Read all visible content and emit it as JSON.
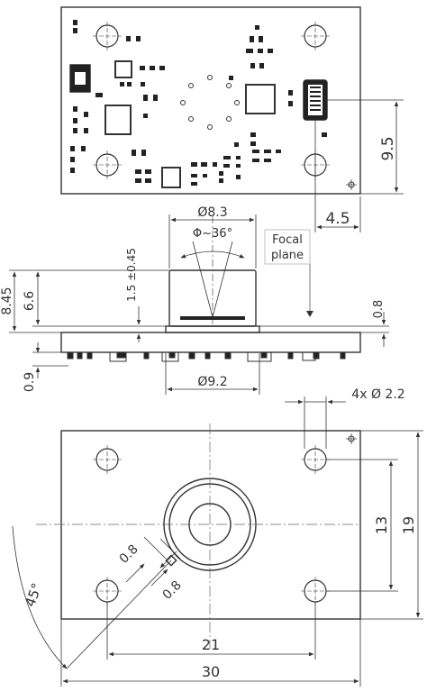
{
  "top_view": {
    "dim_height": "9.5",
    "dim_offset": "4.5"
  },
  "side_view": {
    "dim_lens_diameter": "Ø8.3",
    "dim_fov": "Φ~36°",
    "focal_plane_label_line1": "Focal",
    "focal_plane_label_line2": "plane",
    "dim_lens_height": "1.5 ±0.45",
    "dim_total_height": "8.45",
    "dim_lens_body": "6.6",
    "dim_board_thickness": "0.9",
    "dim_flange": "0.8",
    "dim_base_diameter": "Ø9.2"
  },
  "bottom_view": {
    "dim_holes": "4x Ø 2.2",
    "dim_hole_pitch_v": "13",
    "dim_board_height": "19",
    "dim_offset_a": "0.8",
    "dim_offset_b": "0.8",
    "dim_angle": "45°",
    "dim_hole_pitch_h": "21",
    "dim_board_width": "30"
  },
  "colors": {
    "line": "#333333",
    "component": "#222222",
    "centerline": "#666666"
  }
}
